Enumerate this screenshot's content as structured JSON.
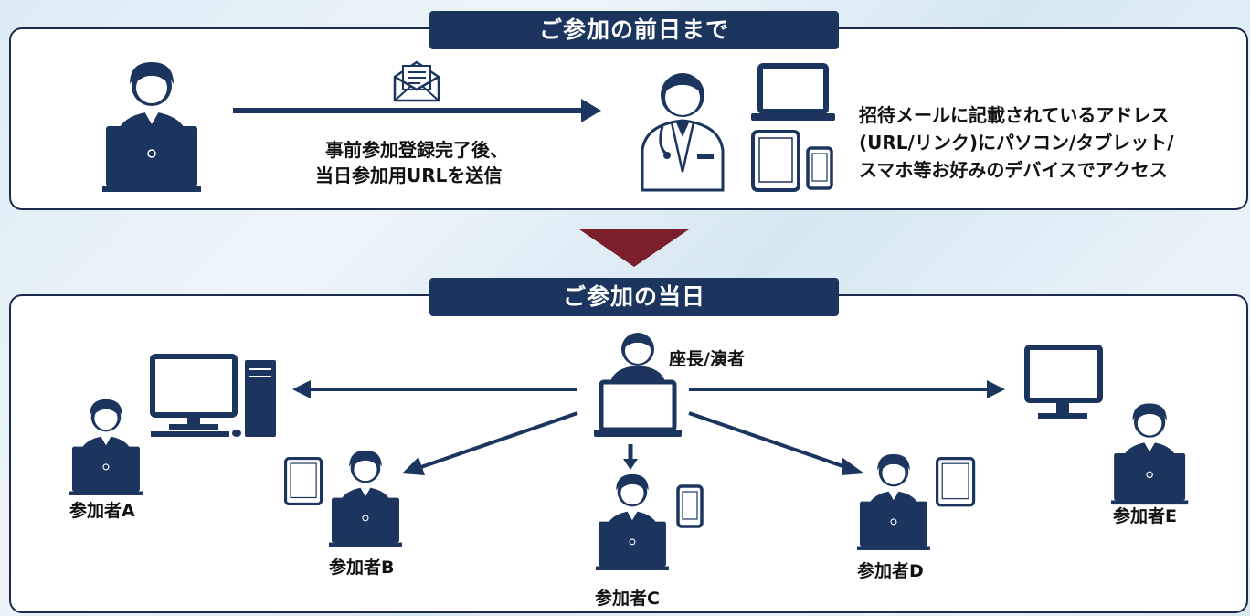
{
  "sections": {
    "before": {
      "title": "ご参加の前日まで",
      "arrow_caption": [
        "事前参加登録完了後、",
        "当日参加用URLを送信"
      ],
      "description": [
        "招待メールに記載されているアドレス",
        "(URL/リンク)にパソコン/タブレット/",
        "スマホ等お好みのデバイスでアクセス"
      ]
    },
    "day_of": {
      "title": "ご参加の当日",
      "host_label": "座長/演者",
      "participants": [
        "参加者A",
        "参加者B",
        "参加者C",
        "参加者D",
        "参加者E"
      ]
    }
  },
  "colors": {
    "navy": "#1c355e",
    "maroon": "#7a1f2b",
    "border": "#1d2c4d"
  },
  "icons": [
    "person-laptop-icon",
    "envelope-icon",
    "doctor-icon",
    "laptop-icon",
    "tablet-icon",
    "smartphone-icon",
    "desktop-pc-icon",
    "monitor-icon",
    "arrow-icon"
  ]
}
